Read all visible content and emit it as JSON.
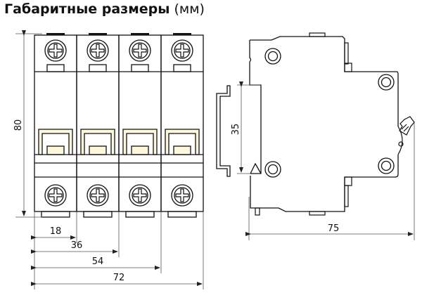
{
  "title": {
    "bold": "Габаритные размеры",
    "unit": "(мм)"
  },
  "front_view": {
    "poles": 4,
    "height_dim": "80",
    "width_dims": [
      "18",
      "36",
      "54",
      "72"
    ]
  },
  "side_view": {
    "rail_dim": "35",
    "depth_dim": "75"
  },
  "colors": {
    "line": "#111111",
    "dim_line": "#555555",
    "latch_fill": "#fdf8dc"
  }
}
